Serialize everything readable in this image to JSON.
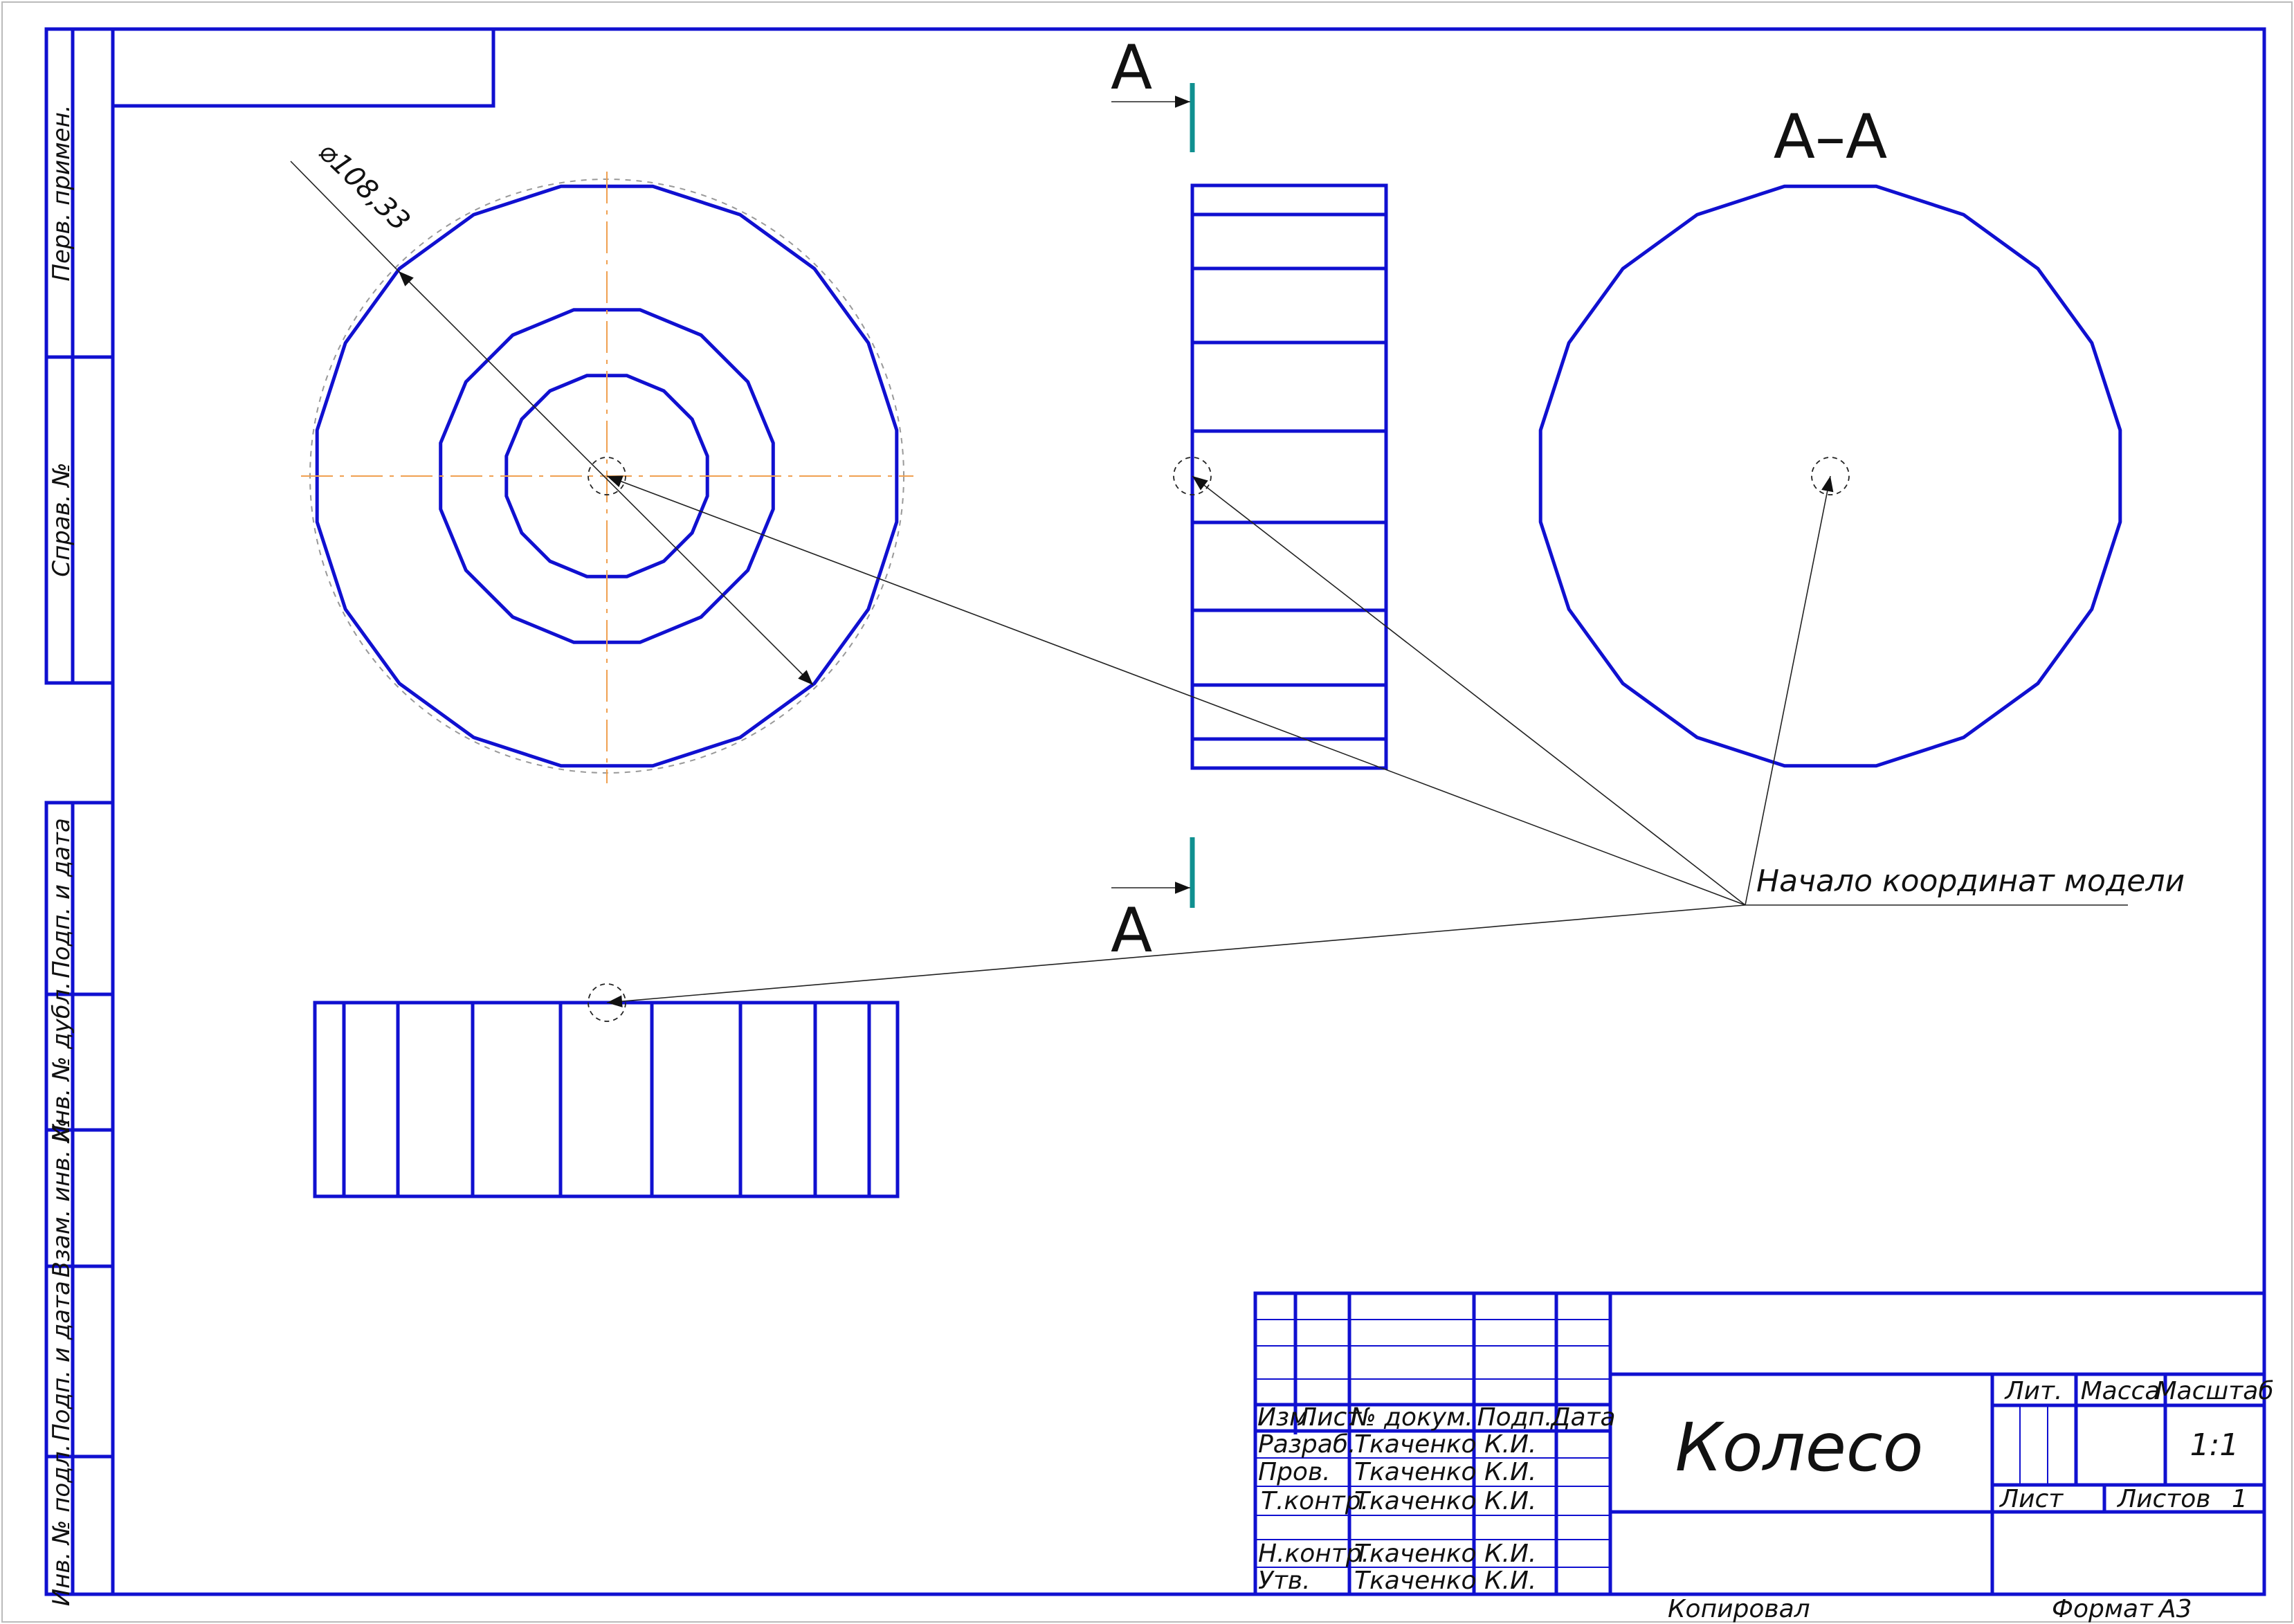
{
  "side_labels": {
    "perv_primen": "Перв. примен.",
    "sprav_no": "Справ. №",
    "podp_data_top": "Подп. и дата",
    "inv_dubl": "Инв. № дубл.",
    "vzam_inv": "Взам. инв. №",
    "podp_data_bottom": "Подп. и дата",
    "inv_podl": "Инв. № подл."
  },
  "section": {
    "mark_top": "А",
    "mark_bottom": "А",
    "view_title": "А–А"
  },
  "dimension": {
    "diameter": "⌀108,33"
  },
  "annotation": {
    "origin_note": "Начало координат модели"
  },
  "title_block": {
    "header": {
      "izm": "Изм.",
      "list": "Лист",
      "doc_no": "№ докум.",
      "podp": "Подп.",
      "data": "Дата"
    },
    "rows": [
      {
        "role": "Разраб.",
        "name": "Ткаченко К.И."
      },
      {
        "role": "Пров.",
        "name": "Ткаченко К.И."
      },
      {
        "role": "Т.контр.",
        "name": "Ткаченко К.И."
      },
      {
        "role": "",
        "name": ""
      },
      {
        "role": "Н.контр.",
        "name": "Ткаченко К.И."
      },
      {
        "role": "Утв.",
        "name": "Ткаченко К.И."
      }
    ],
    "title": "Колесо",
    "lit_label": "Лит.",
    "massa_label": "Масса",
    "scale_label": "Масштаб",
    "scale_value": "1:1",
    "sheet_label": "Лист",
    "sheets_label": "Листов",
    "sheets_value": "1"
  },
  "footer": {
    "kopiroval": "Копировал",
    "format_label": "Формат",
    "format_value": "А3"
  },
  "colors": {
    "outline": "#1010d0",
    "centerline": "#f0a050",
    "section_mark": "#109090"
  }
}
